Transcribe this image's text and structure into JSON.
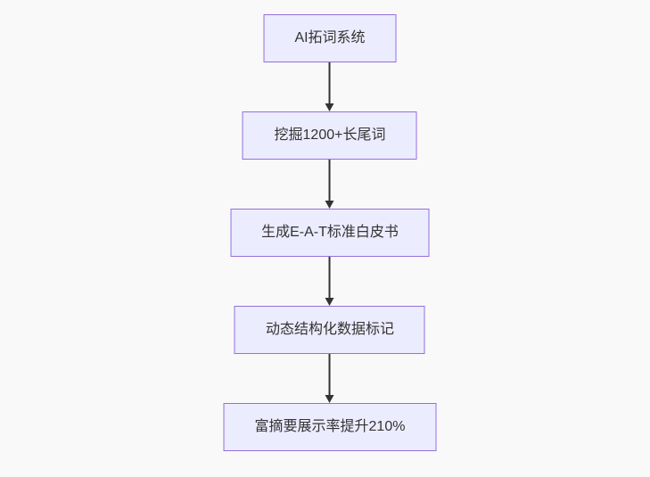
{
  "diagram": {
    "type": "flowchart",
    "direction": "top-down",
    "nodes": [
      {
        "id": "n1",
        "label": "AI拓词系统"
      },
      {
        "id": "n2",
        "label": "挖掘1200+长尾词"
      },
      {
        "id": "n3",
        "label": "生成E-A-T标准白皮书"
      },
      {
        "id": "n4",
        "label": "动态结构化数据标记"
      },
      {
        "id": "n5",
        "label": "富摘要展示率提升210%"
      }
    ],
    "edges": [
      {
        "from": "n1",
        "to": "n2",
        "style": "arrow-down"
      },
      {
        "from": "n2",
        "to": "n3",
        "style": "arrow-down"
      },
      {
        "from": "n3",
        "to": "n4",
        "style": "arrow-down"
      },
      {
        "from": "n4",
        "to": "n5",
        "style": "arrow-down"
      }
    ],
    "colors": {
      "background": "#F9F9FA",
      "node_fill": "#ECECFF",
      "node_border": "#9370DB",
      "node_text": "#333333",
      "arrow": "#333333"
    }
  }
}
